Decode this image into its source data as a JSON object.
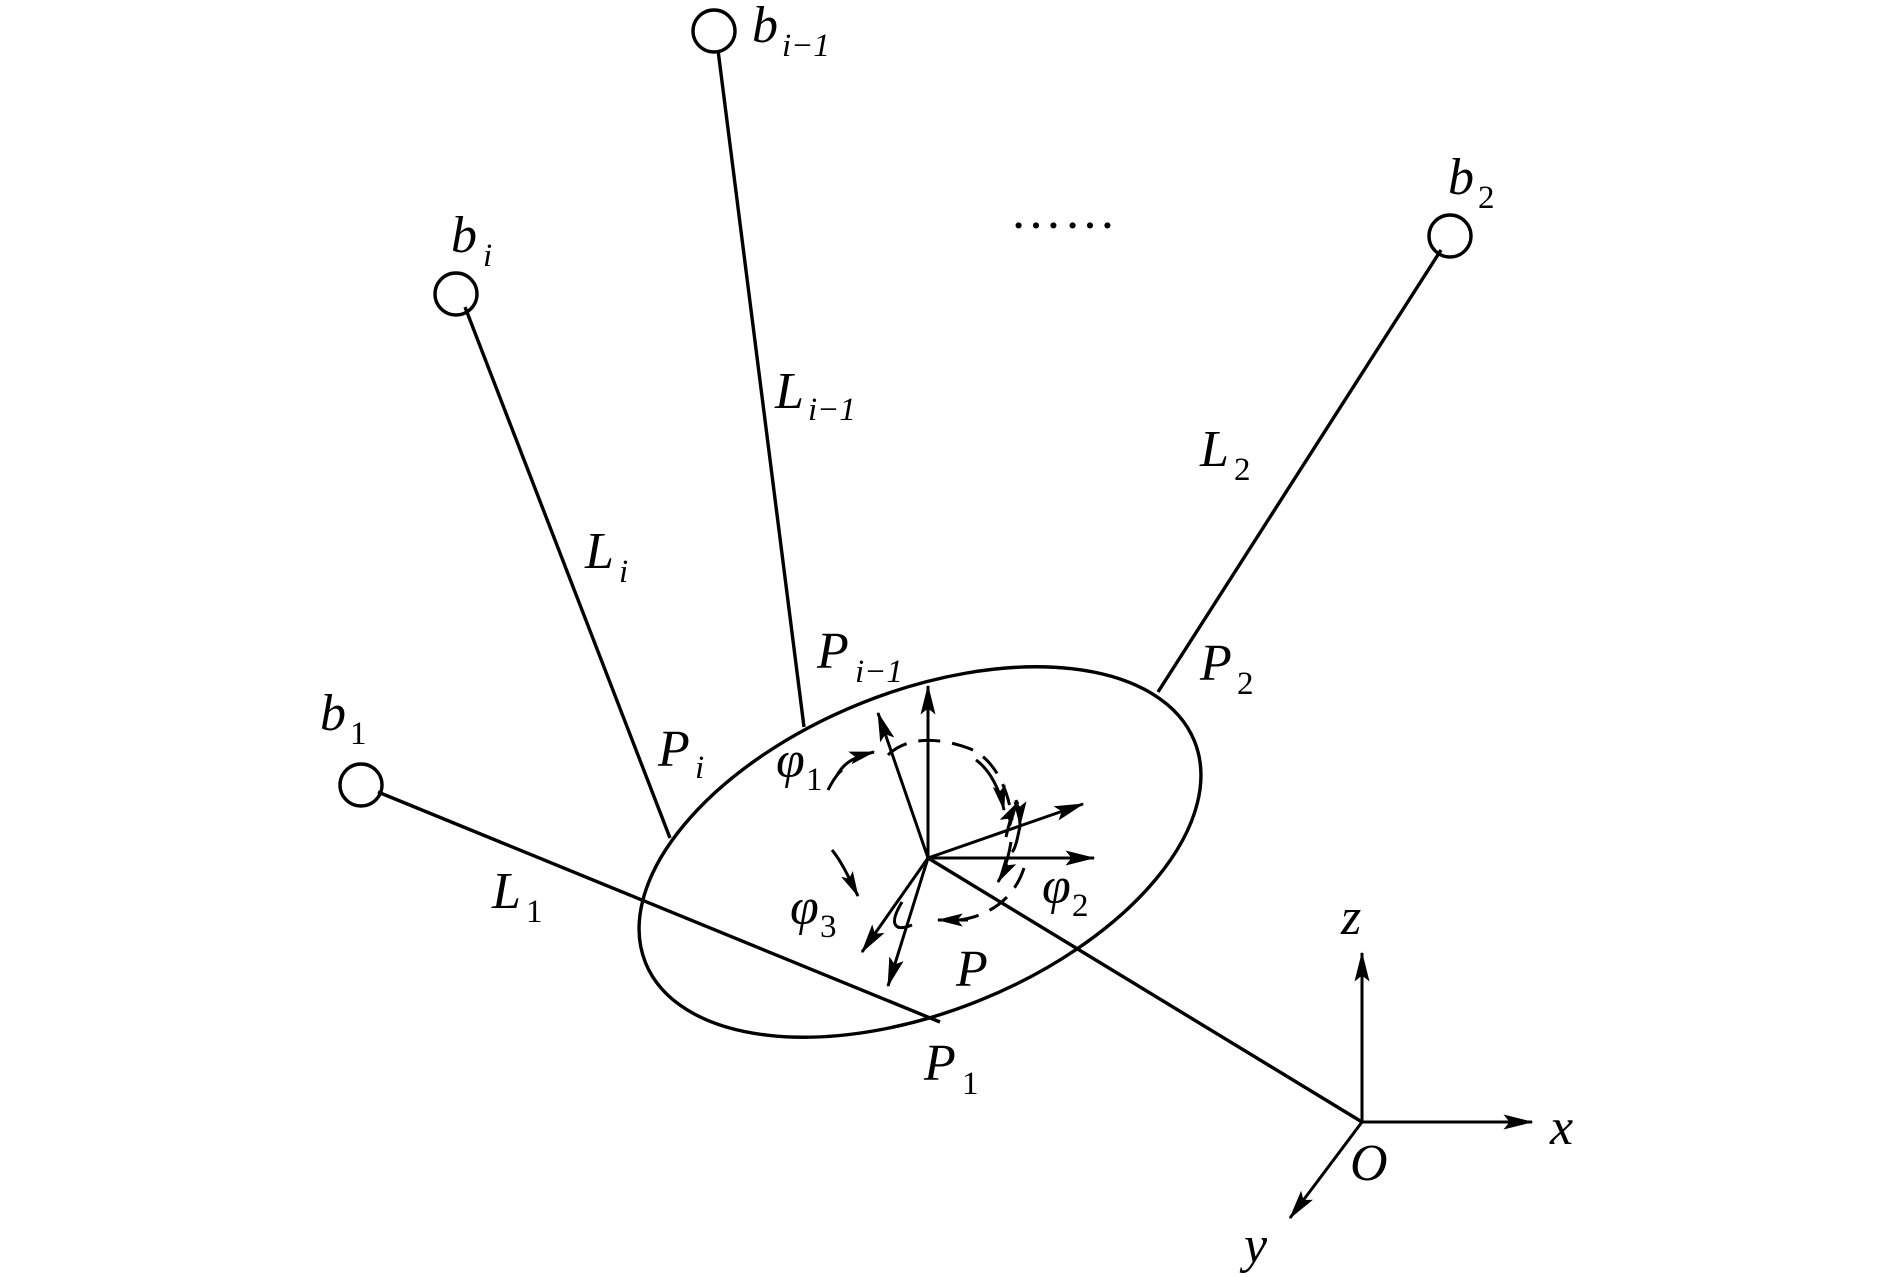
{
  "labels": {
    "b_i_minus_1": {
      "base": "b",
      "sub": "i−1"
    },
    "b_i": {
      "base": "b",
      "sub": "i"
    },
    "b_2": {
      "base": "b",
      "sub": "2"
    },
    "b_1": {
      "base": "b",
      "sub": "1"
    },
    "ellipsis": "……",
    "L_i_minus_1": {
      "base": "L",
      "sub": "i−1"
    },
    "L_i": {
      "base": "L",
      "sub": "i"
    },
    "L_2": {
      "base": "L",
      "sub": "2"
    },
    "L_1": {
      "base": "L",
      "sub": "1"
    },
    "P_i_minus_1": {
      "base": "P",
      "sub": "i−1"
    },
    "P_i": {
      "base": "P",
      "sub": "i"
    },
    "P_2": {
      "base": "P",
      "sub": "2"
    },
    "P_1": {
      "base": "P",
      "sub": "1"
    },
    "P": "P",
    "phi_1": {
      "base": "φ",
      "sub": "1"
    },
    "phi_2": {
      "base": "φ",
      "sub": "2"
    },
    "phi_3": {
      "base": "φ",
      "sub": "3"
    },
    "axis_z": "z",
    "axis_x": "x",
    "axis_y": "y",
    "origin": "O"
  }
}
